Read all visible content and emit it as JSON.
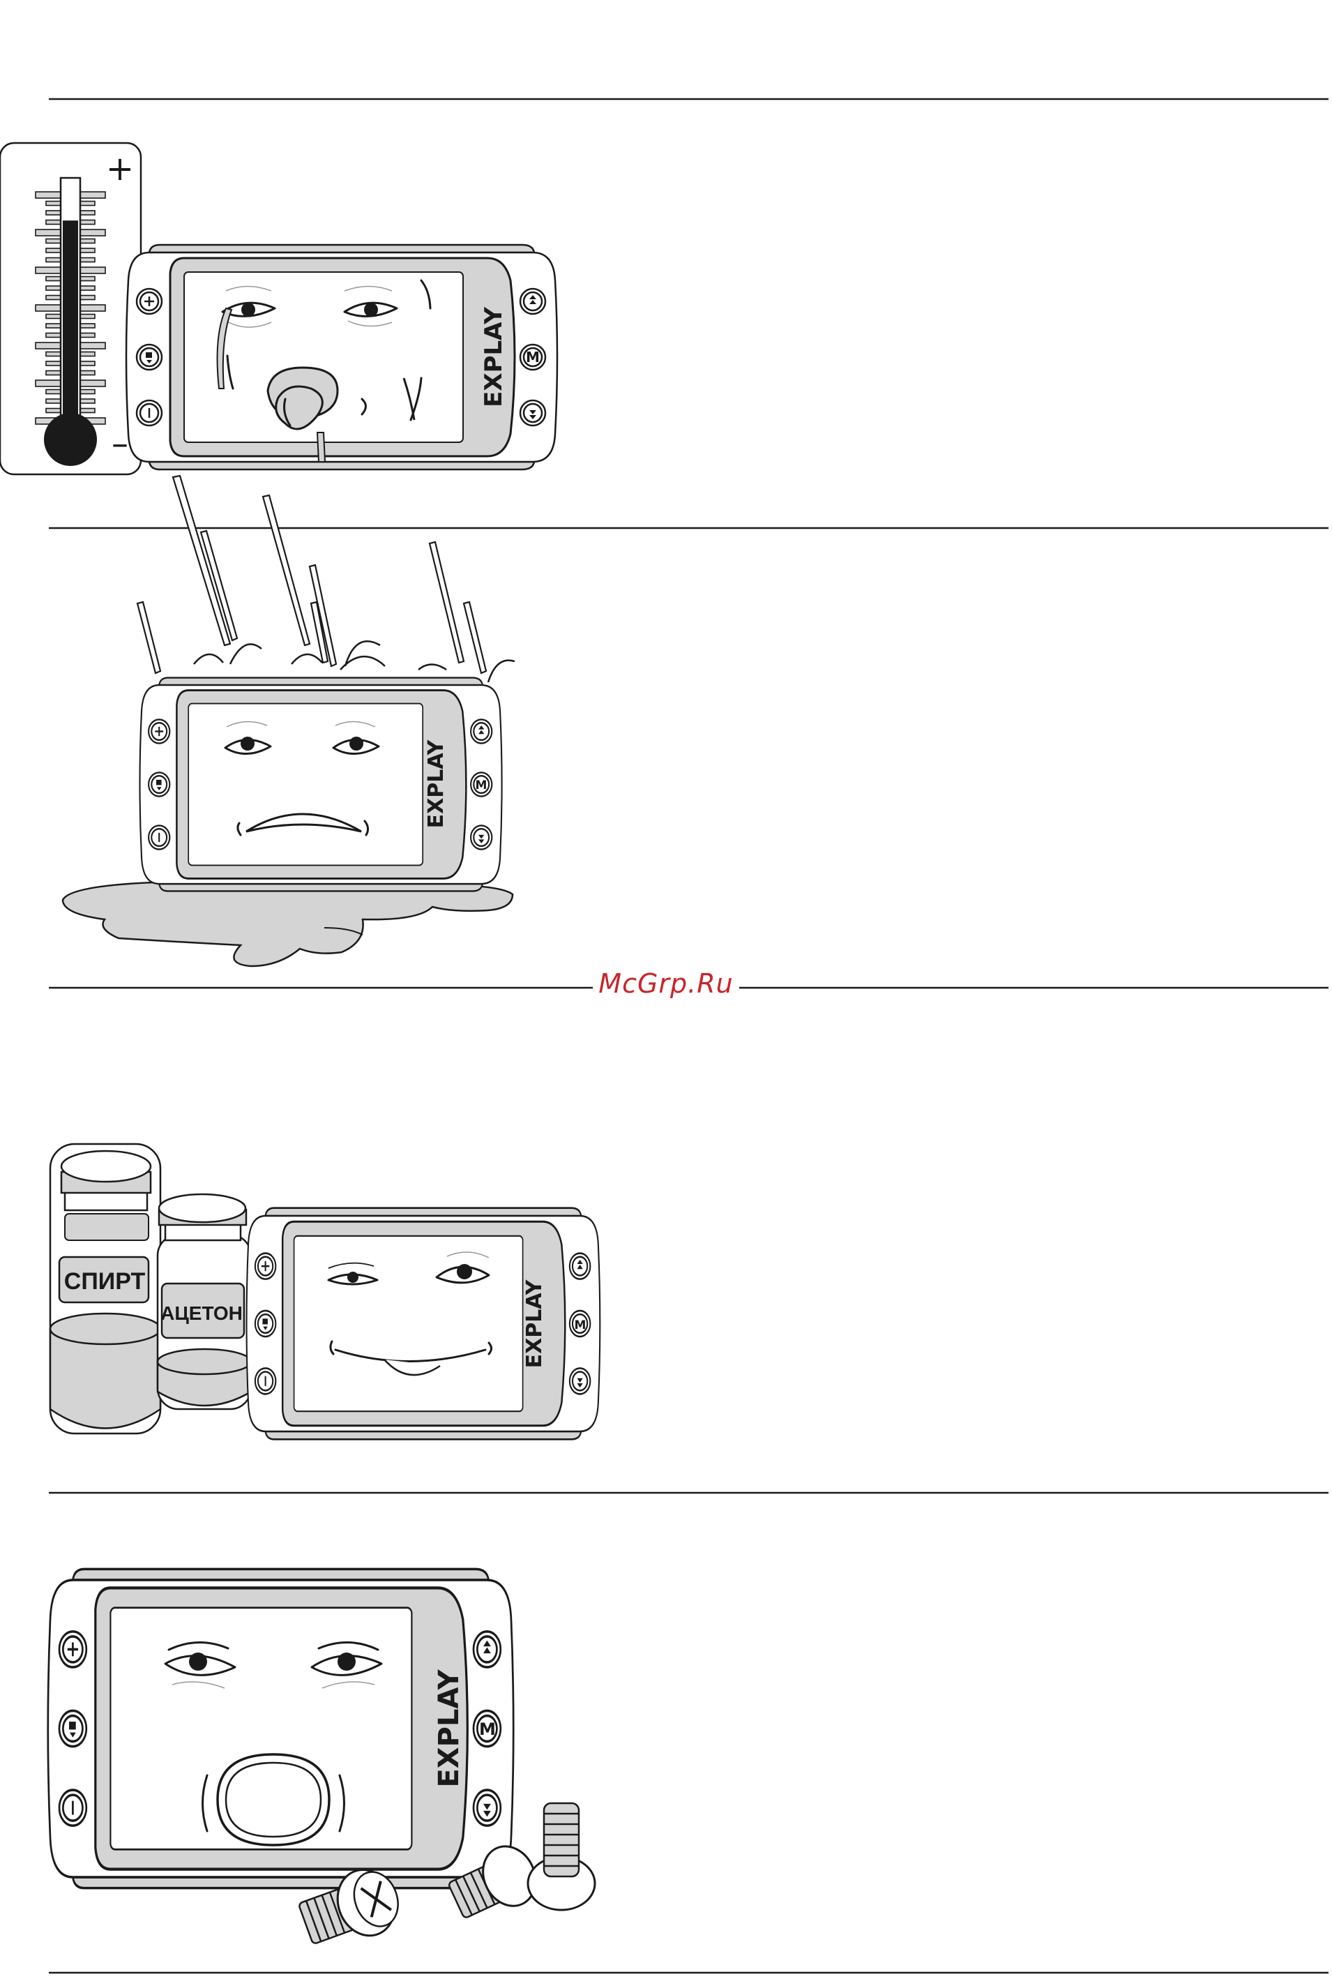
{
  "watermark": "McGrp.Ru",
  "device": {
    "brand": "EXPLAY",
    "left_buttons": [
      "plus-icon",
      "play-pause-icon",
      "power-icon"
    ],
    "right_buttons": [
      "skip-forward-icon",
      "menu-m-icon",
      "skip-back-icon"
    ],
    "menu_button_label": "M"
  },
  "thermometer": {
    "plus_sign": "+",
    "minus_sign": "–",
    "level": 0.83
  },
  "bottles": [
    {
      "label": "СПИРТ"
    },
    {
      "label": "АЦЕТОН"
    }
  ],
  "colors": {
    "ink": "#1a1a1a",
    "fill_gray": "#d4d4d4",
    "screen": "#ffffff",
    "watermark": "#c8262a"
  }
}
